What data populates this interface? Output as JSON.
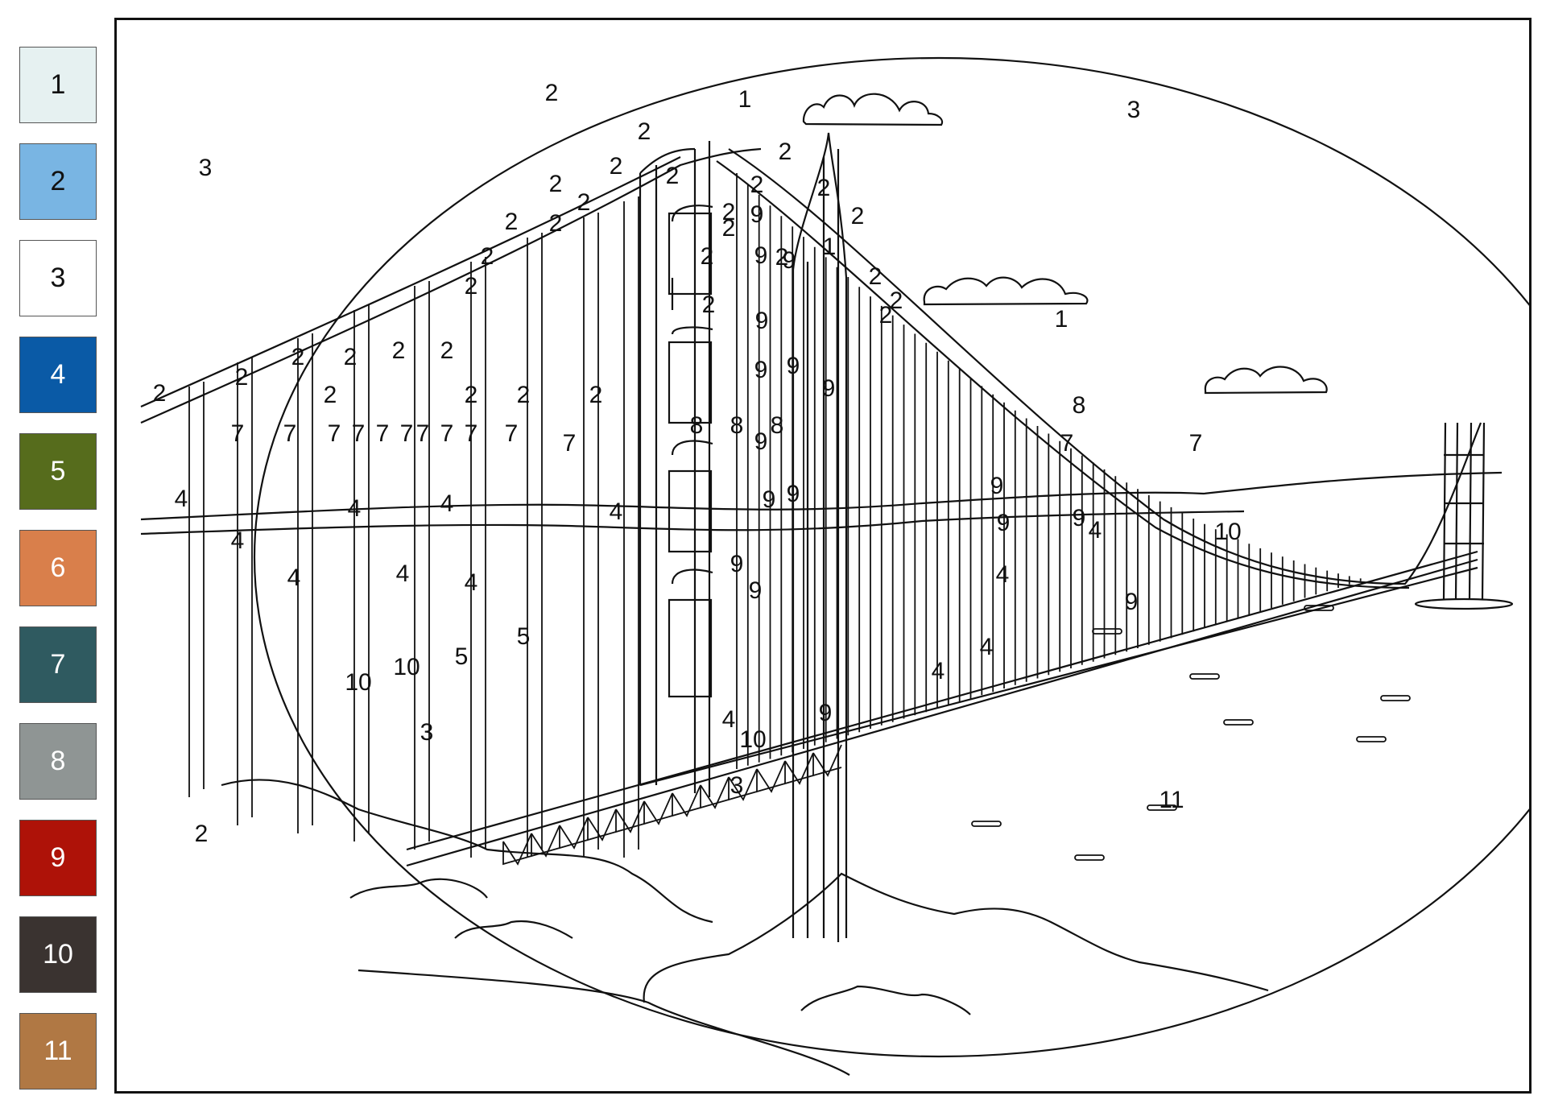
{
  "palette": [
    {
      "number": "1",
      "color": "#e6f1f1",
      "text": "#111111"
    },
    {
      "number": "2",
      "color": "#79b5e3",
      "text": "#111111"
    },
    {
      "number": "3",
      "color": "#ffffff",
      "text": "#111111"
    },
    {
      "number": "4",
      "color": "#0a5aa6",
      "text": "#ffffff"
    },
    {
      "number": "5",
      "color": "#566c1c",
      "text": "#ffffff"
    },
    {
      "number": "6",
      "color": "#d97f4b",
      "text": "#ffffff"
    },
    {
      "number": "7",
      "color": "#2f5a60",
      "text": "#ffffff"
    },
    {
      "number": "8",
      "color": "#8f9594",
      "text": "#ffffff"
    },
    {
      "number": "9",
      "color": "#ae1208",
      "text": "#ffffff"
    },
    {
      "number": "10",
      "color": "#3a3330",
      "text": "#ffffff"
    },
    {
      "number": "11",
      "color": "#b07844",
      "text": "#ffffff"
    }
  ],
  "region_labels": [
    {
      "t": "3"
    },
    {
      "t": "2"
    },
    {
      "t": "1"
    },
    {
      "t": "3"
    },
    {
      "t": "1"
    },
    {
      "t": "2"
    },
    {
      "t": "1"
    },
    {
      "t": "2"
    },
    {
      "t": "2"
    },
    {
      "t": "2"
    },
    {
      "t": "2"
    },
    {
      "t": "2"
    },
    {
      "t": "2"
    },
    {
      "t": "2"
    },
    {
      "t": "2"
    },
    {
      "t": "2"
    },
    {
      "t": "2"
    },
    {
      "t": "2"
    },
    {
      "t": "2"
    },
    {
      "t": "2"
    },
    {
      "t": "2"
    },
    {
      "t": "2"
    },
    {
      "t": "2"
    },
    {
      "t": "2"
    },
    {
      "t": "2"
    },
    {
      "t": "2"
    },
    {
      "t": "2"
    },
    {
      "t": "2"
    },
    {
      "t": "2"
    },
    {
      "t": "2"
    },
    {
      "t": "2"
    },
    {
      "t": "2"
    },
    {
      "t": "2"
    },
    {
      "t": "2"
    },
    {
      "t": "2"
    },
    {
      "t": "2"
    },
    {
      "t": "2"
    },
    {
      "t": "7"
    },
    {
      "t": "7"
    },
    {
      "t": "7"
    },
    {
      "t": "7"
    },
    {
      "t": "7"
    },
    {
      "t": "7"
    },
    {
      "t": "7"
    },
    {
      "t": "7"
    },
    {
      "t": "7"
    },
    {
      "t": "7"
    },
    {
      "t": "7"
    },
    {
      "t": "7"
    },
    {
      "t": "7"
    },
    {
      "t": "8"
    },
    {
      "t": "8"
    },
    {
      "t": "8"
    },
    {
      "t": "8"
    },
    {
      "t": "9"
    },
    {
      "t": "9"
    },
    {
      "t": "9"
    },
    {
      "t": "9"
    },
    {
      "t": "9"
    },
    {
      "t": "9"
    },
    {
      "t": "9"
    },
    {
      "t": "9"
    },
    {
      "t": "9"
    },
    {
      "t": "9"
    },
    {
      "t": "9"
    },
    {
      "t": "9"
    },
    {
      "t": "9"
    },
    {
      "t": "9"
    },
    {
      "t": "9"
    },
    {
      "t": "9"
    },
    {
      "t": "9"
    },
    {
      "t": "4"
    },
    {
      "t": "4"
    },
    {
      "t": "4"
    },
    {
      "t": "4"
    },
    {
      "t": "4"
    },
    {
      "t": "4"
    },
    {
      "t": "4"
    },
    {
      "t": "4"
    },
    {
      "t": "4"
    },
    {
      "t": "4"
    },
    {
      "t": "4"
    },
    {
      "t": "4"
    },
    {
      "t": "4"
    },
    {
      "t": "10"
    },
    {
      "t": "10"
    },
    {
      "t": "10"
    },
    {
      "t": "10"
    },
    {
      "t": "5"
    },
    {
      "t": "5"
    },
    {
      "t": "3"
    },
    {
      "t": "3"
    },
    {
      "t": "11"
    },
    {
      "t": "2"
    }
  ]
}
